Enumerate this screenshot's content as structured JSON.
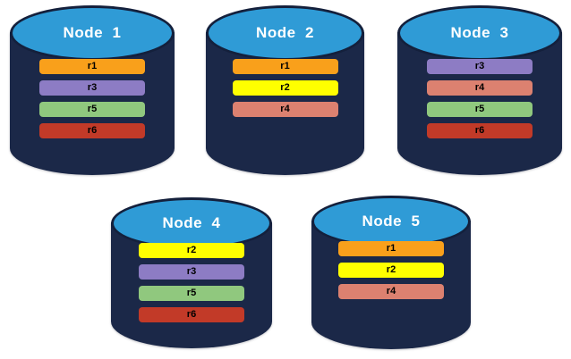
{
  "diagram": {
    "background": "#FFFFFF",
    "cylinder_body_color": "#1B2848",
    "cylinder_top_color": "#2F9BD6",
    "cylinder_top_border_color": "#14203C",
    "title_color": "#FFFFFF",
    "bar_text_color": "#000000"
  },
  "replica_colors": {
    "r1": "#F9A01B",
    "r2": "#FFFF00",
    "r3": "#8D7CC4",
    "r4": "#DC8170",
    "r5": "#90C87E",
    "r6": "#C23A28"
  },
  "nodes": [
    {
      "title": "Node  1",
      "replicas": [
        "r1",
        "r3",
        "r5",
        "r6"
      ]
    },
    {
      "title": "Node  2",
      "replicas": [
        "r1",
        "r2",
        "r4"
      ]
    },
    {
      "title": "Node  3",
      "replicas": [
        "r3",
        "r4",
        "r5",
        "r6"
      ]
    },
    {
      "title": "Node  4",
      "replicas": [
        "r2",
        "r3",
        "r5",
        "r6"
      ]
    },
    {
      "title": "Node  5",
      "replicas": [
        "r1",
        "r2",
        "r4"
      ]
    }
  ]
}
